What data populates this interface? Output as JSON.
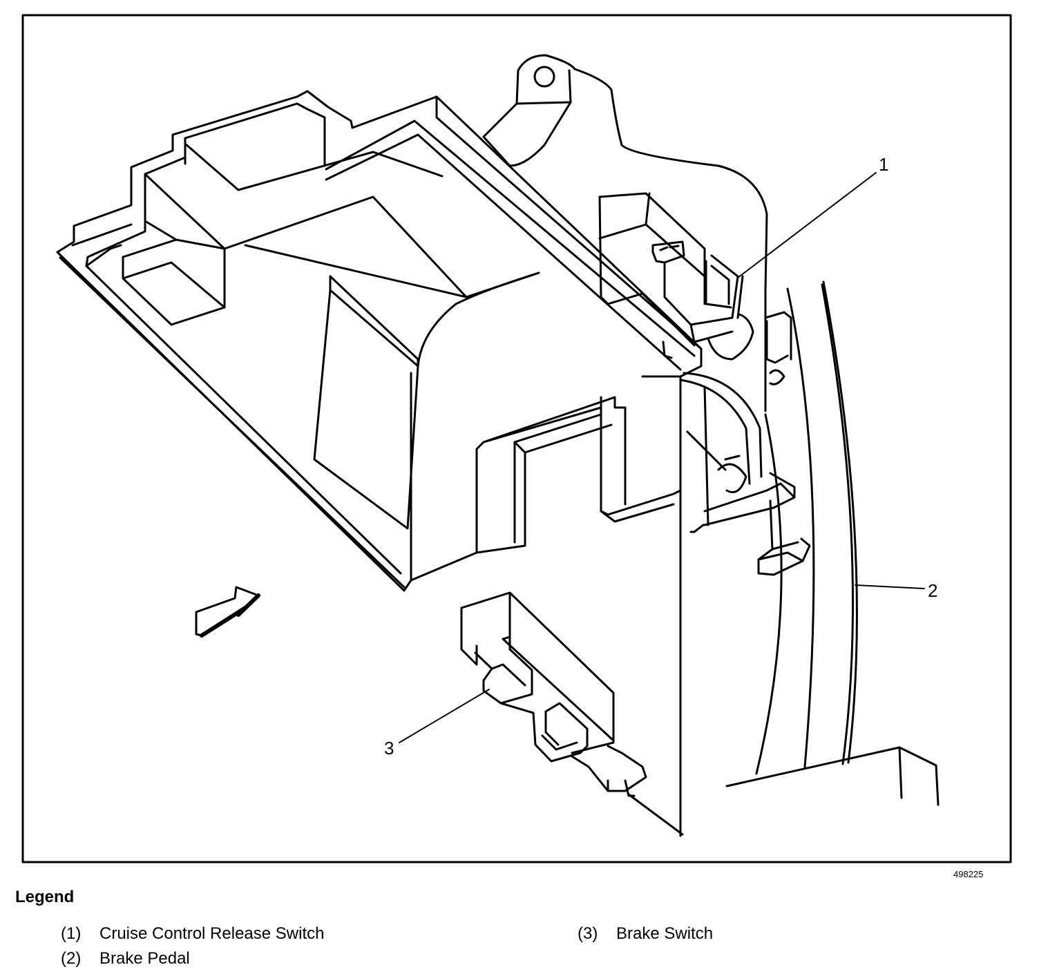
{
  "figure": {
    "id": "498225",
    "callouts": [
      {
        "n": "1"
      },
      {
        "n": "2"
      },
      {
        "n": "3"
      }
    ]
  },
  "legend": {
    "title": "Legend",
    "items": [
      {
        "num": "(1)",
        "label": "Cruise Control Release Switch"
      },
      {
        "num": "(2)",
        "label": "Brake Pedal"
      },
      {
        "num": "(3)",
        "label": "Brake Switch"
      }
    ]
  }
}
